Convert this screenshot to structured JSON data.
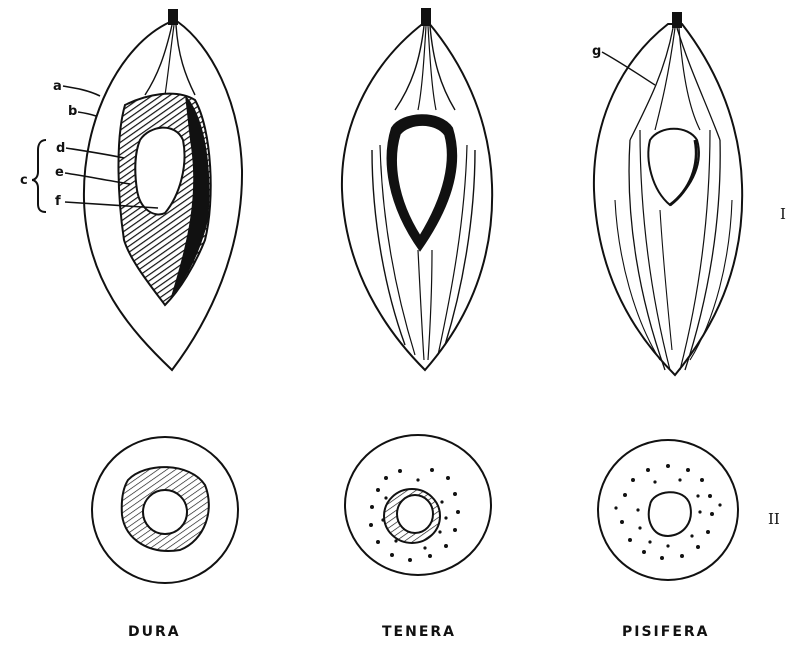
{
  "row_labels": {
    "row1": "I",
    "row2": "II"
  },
  "captions": {
    "col1": "DURA",
    "col2": "TENERA",
    "col3": "PISIFERA"
  },
  "letters": {
    "a": "a",
    "b": "b",
    "c": "c",
    "d": "d",
    "e": "e",
    "f": "f",
    "g": "g"
  }
}
